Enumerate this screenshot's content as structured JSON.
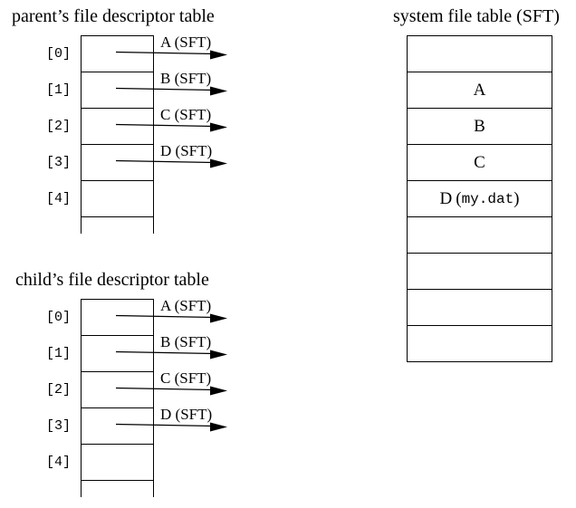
{
  "colors": {
    "ink": "#000000",
    "background": "#ffffff"
  },
  "parent": {
    "title": "parent’s file descriptor table",
    "slots": [
      "[0]",
      "[1]",
      "[2]",
      "[3]",
      "[4]"
    ],
    "pointers": [
      "A (SFT)",
      "B (SFT)",
      "C (SFT)",
      "D (SFT)"
    ]
  },
  "child": {
    "title": "child’s file descriptor table",
    "slots": [
      "[0]",
      "[1]",
      "[2]",
      "[3]",
      "[4]"
    ],
    "pointers": [
      "A (SFT)",
      "B (SFT)",
      "C (SFT)",
      "D (SFT)"
    ]
  },
  "sft": {
    "title": "system file table (SFT)",
    "cells": [
      {
        "label": ""
      },
      {
        "label": "A"
      },
      {
        "label": "B"
      },
      {
        "label": "C"
      },
      {
        "label": "D",
        "file_open": "(",
        "file": "my.dat",
        "file_close": ")"
      },
      {
        "label": ""
      },
      {
        "label": ""
      },
      {
        "label": ""
      },
      {
        "label": ""
      }
    ]
  }
}
